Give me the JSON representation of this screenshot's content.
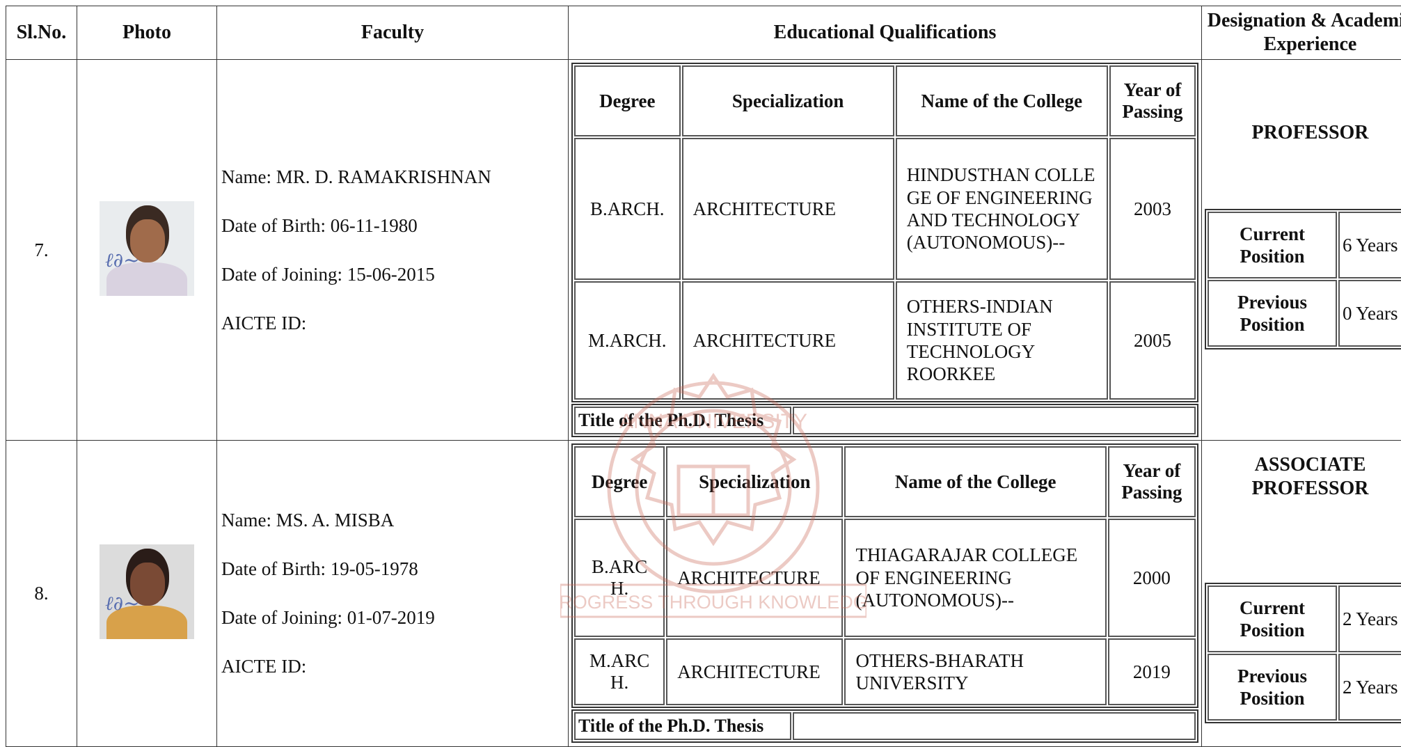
{
  "header": {
    "slno": "Sl.No.",
    "photo": "Photo",
    "faculty": "Faculty",
    "education": "Educational Qualifications",
    "designation": "Designation & Academic Experience"
  },
  "watermark_text": {
    "top": "ANNA UNIVERSITY",
    "bottom": "PROGRESS THROUGH KNOWLEDGE"
  },
  "rows": [
    {
      "slno": "7.",
      "name": "Name: MR. D. RAMAKRISHNAN",
      "dob": "Date of Birth: 06-11-1980",
      "doj": "Date of Joining: 15-06-2015",
      "aicte": "AICTE ID:",
      "cols": {
        "degree": "Degree",
        "specialization": "Specialization",
        "college": "Name of the College",
        "year": "Year of Passing"
      },
      "quals": [
        {
          "degree": "B.ARCH.",
          "spec": "ARCHITECTURE",
          "college": "HINDUSTHAN COLLEGE OF ENGINEERING AND TECHNOLOGY(AUTONOMOUS)--",
          "year": "2003"
        },
        {
          "degree": "M.ARCH.",
          "spec": "ARCHITECTURE",
          "college": "OTHERS-INDIAN INSTITUTE OF TECHNOLOGY ROORKEE",
          "year": "2005"
        }
      ],
      "thesis_label": "Title of the Ph.D. Thesis",
      "thesis_value": "",
      "designation": "PROFESSOR",
      "current_label": "Current Position",
      "current_value": "6 Years",
      "previous_label": "Previous Position",
      "previous_value": "0 Years"
    },
    {
      "slno": "8.",
      "name": "Name: MS. A. MISBA",
      "dob": "Date of Birth: 19-05-1978",
      "doj": "Date of Joining: 01-07-2019",
      "aicte": "AICTE ID:",
      "cols": {
        "degree": "Degree",
        "specialization": "Specialization",
        "college": "Name of the College",
        "year": "Year of Passing"
      },
      "quals": [
        {
          "degree": "B.ARCH.",
          "spec": "ARCHITECTURE",
          "college": "THIAGARAJAR COLLEGE OF ENGINEERING (AUTONOMOUS)--",
          "year": "2000"
        },
        {
          "degree": "M.ARCH.",
          "spec": "ARCHITECTURE",
          "college": "OTHERS-BHARATH UNIVERSITY",
          "year": "2019"
        }
      ],
      "thesis_label": "Title of the Ph.D. Thesis",
      "thesis_value": "",
      "designation": "ASSOCIATE PROFESSOR",
      "current_label": "Current Position",
      "current_value": "2 Years",
      "previous_label": "Previous Position",
      "previous_value": "2 Years"
    }
  ]
}
